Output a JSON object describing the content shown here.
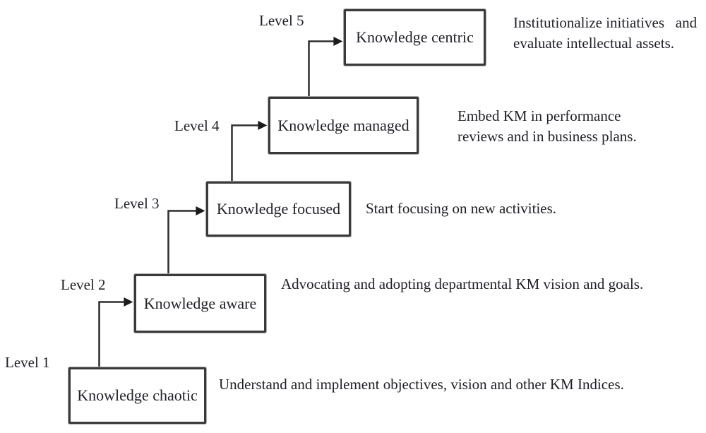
{
  "colors": {
    "background": "#ffffff",
    "ink": "#20202a",
    "box-border": "#3a3a3a",
    "line": "#2d2d2d"
  },
  "levels": [
    {
      "label": "Level 1",
      "box": "Knowledge chaotic",
      "description": "Understand and implement objectives, vision and other KM Indices."
    },
    {
      "label": "Level 2",
      "box": "Knowledge aware",
      "description": "Advocating and adopting departmental KM vision and goals."
    },
    {
      "label": "Level 3",
      "box": "Knowledge focused",
      "description": "Start focusing on new activities."
    },
    {
      "label": "Level 4",
      "box": "Knowledge managed",
      "description": "Embed KM in performance\nreviews and in business plans."
    },
    {
      "label": "Level 5",
      "box": "Knowledge centric",
      "description": "Institutionalize initiatives   and\nevaluate intellectual assets."
    }
  ]
}
